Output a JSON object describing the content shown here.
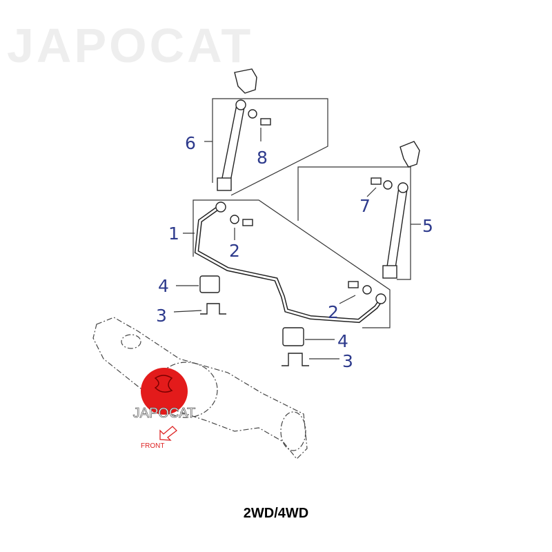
{
  "diagram": {
    "callouts": {
      "c6": "6",
      "c8": "8",
      "c1": "1",
      "c2a": "2",
      "c7": "7",
      "c5": "5",
      "c4a": "4",
      "c3a": "3",
      "c2b": "2",
      "c4b": "4",
      "c3b": "3"
    },
    "watermark": "JAPOCAT",
    "logo_text": "JAPOCAT",
    "front_label": "FRONT",
    "callout_color": "#2d3a8c",
    "logo_color": "#e31b1b"
  },
  "caption": "2WD/4WD"
}
